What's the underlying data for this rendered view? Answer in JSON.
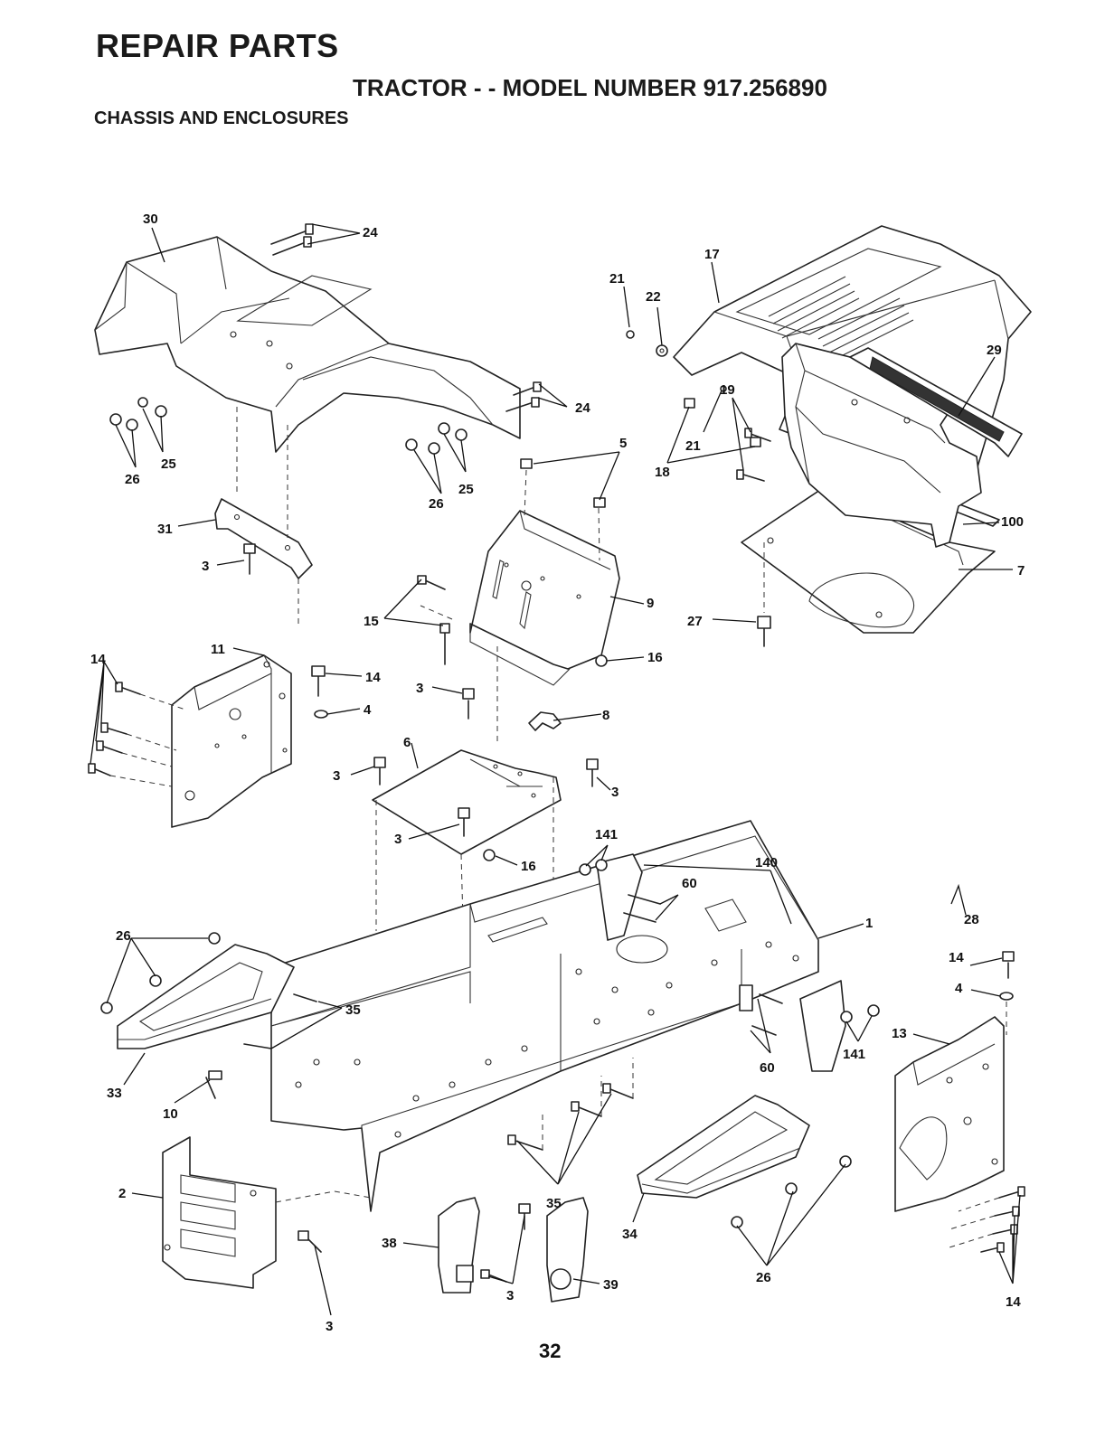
{
  "header": {
    "title": "REPAIR PARTS",
    "model": "TRACTOR - - MODEL NUMBER 917.256890",
    "section": "CHASSIS AND ENCLOSURES"
  },
  "page_number": "32",
  "callouts": [
    "30",
    "24",
    "24",
    "17",
    "21",
    "22",
    "21",
    "18",
    "26",
    "25",
    "26",
    "25",
    "5",
    "100",
    "7",
    "31",
    "3",
    "15",
    "9",
    "27",
    "14",
    "11",
    "14",
    "4",
    "16",
    "3",
    "8",
    "19",
    "29",
    "6",
    "3",
    "3",
    "3",
    "16",
    "141",
    "60",
    "140",
    "1",
    "28",
    "26",
    "35",
    "33",
    "10",
    "60",
    "141",
    "14",
    "4",
    "13",
    "2",
    "3",
    "35",
    "38",
    "3",
    "39",
    "34",
    "26",
    "14"
  ]
}
